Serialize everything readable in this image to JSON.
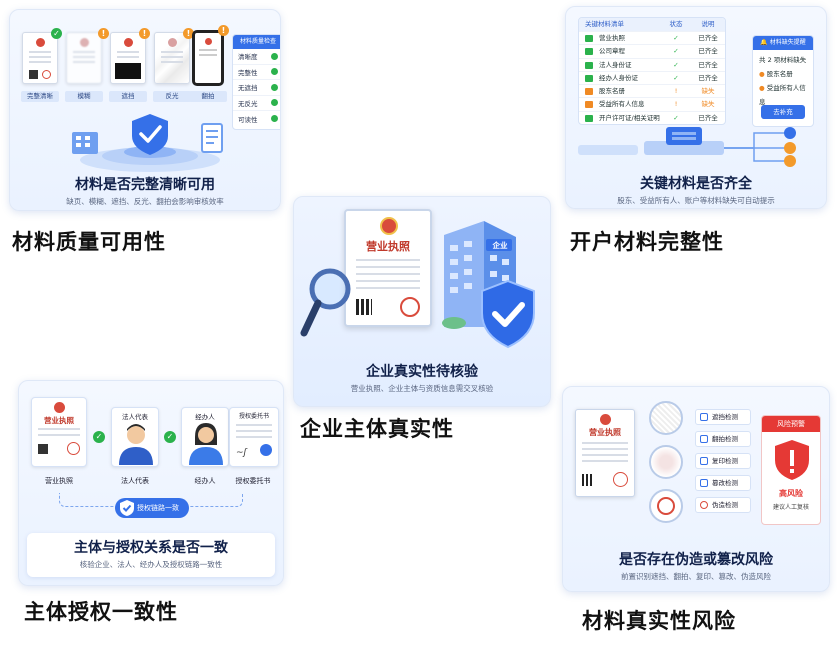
{
  "labels": {
    "quality": "材料质量可用性",
    "completeness": "开户材料完整性",
    "entity": "企业主体真实性",
    "authorization": "主体授权一致性",
    "authenticity": "材料真实性风险"
  },
  "card_quality": {
    "title": "材料是否完整清晰可用",
    "subtitle": "缺页、模糊、遮挡、反光、翻拍会影响审核效率",
    "docs": [
      {
        "tag": "完整清晰",
        "status": "ok"
      },
      {
        "tag": "模糊",
        "status": "warn"
      },
      {
        "tag": "遮挡",
        "status": "warn"
      },
      {
        "tag": "反光",
        "status": "warn"
      },
      {
        "tag": "翻拍",
        "status": "warn"
      }
    ],
    "panel_title": "材料质量检查",
    "panel_items": [
      "清晰度",
      "完整性",
      "无遮挡",
      "无反光",
      "可读性"
    ]
  },
  "card_completeness": {
    "title": "关键材料是否齐全",
    "subtitle": "股东、受益所有人、账户等材料缺失可自动提示",
    "list_headers": [
      "关键材料清单",
      "状态",
      "说明"
    ],
    "rows": [
      {
        "name": "营业执照",
        "status": "✓",
        "note": "已齐全",
        "color": "#2bb24c"
      },
      {
        "name": "公司章程",
        "status": "✓",
        "note": "已齐全",
        "color": "#2bb24c"
      },
      {
        "name": "法人身份证",
        "status": "✓",
        "note": "已齐全",
        "color": "#2bb24c"
      },
      {
        "name": "经办人身份证",
        "status": "✓",
        "note": "已齐全",
        "color": "#2bb24c"
      },
      {
        "name": "股东名册",
        "status": "!",
        "note": "缺失",
        "color": "#f08a24"
      },
      {
        "name": "受益所有人信息",
        "status": "!",
        "note": "缺失",
        "color": "#f08a24"
      },
      {
        "name": "开户许可证/相关证明",
        "status": "✓",
        "note": "已齐全",
        "color": "#2bb24c"
      }
    ],
    "alert_title": "材料缺失提醒",
    "alert_count": "共 2 项材料缺失",
    "alert_items": [
      "股东名册",
      "受益所有人信息"
    ],
    "alert_button": "去补充"
  },
  "card_entity": {
    "title": "企业真实性待核验",
    "subtitle": "营业执照、企业主体与资质信息需交叉核验",
    "license_title": "营业执照",
    "building_sign": "企业"
  },
  "card_authorization": {
    "title": "主体与授权关系是否一致",
    "subtitle": "核验企业、法人、经办人及授权链路一致性",
    "chain_label": "授权链路一致",
    "items": [
      {
        "head": "",
        "label": "营业执照"
      },
      {
        "head": "法人代表",
        "label": "法人代表"
      },
      {
        "head": "经办人",
        "label": "经办人"
      },
      {
        "head": "授权委托书",
        "label": "授权委托书"
      }
    ],
    "license_title": "营业执照"
  },
  "card_authenticity": {
    "title": "是否存在伪造或篡改风险",
    "subtitle": "前置识别遮挡、翻拍、复印、篡改、伪造风险",
    "license_title": "营业执照",
    "checks": [
      "遮挡检测",
      "翻拍检测",
      "复印检测",
      "篡改检测",
      "伪造检测"
    ],
    "risk_title": "风险预警",
    "risk_level": "高风险",
    "risk_note": "建议人工复核"
  },
  "colors": {
    "accent": "#3570e8",
    "ok": "#2bb24c",
    "warn": "#f39a2b",
    "risk": "#e53935"
  }
}
